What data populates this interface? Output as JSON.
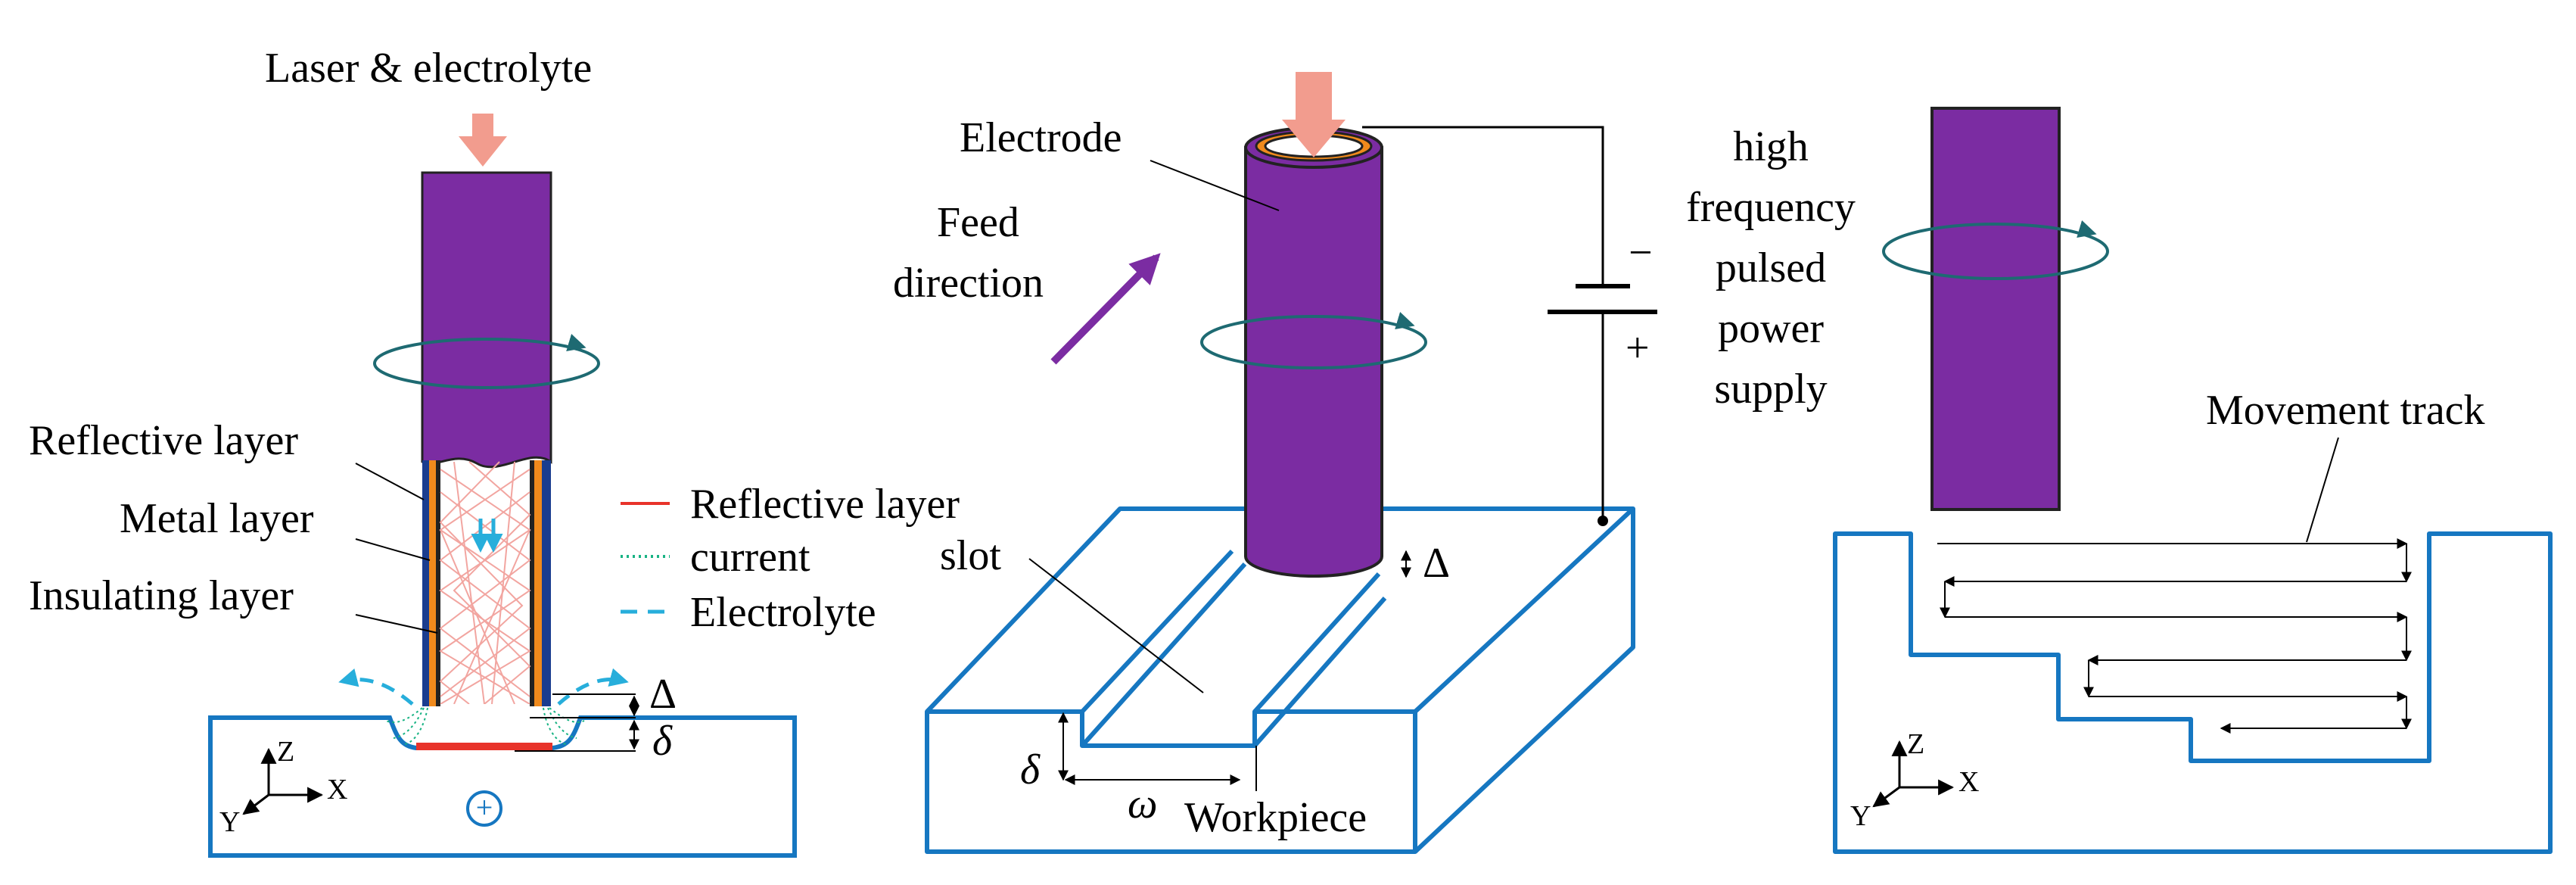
{
  "colors": {
    "electrode": "#7B2CA2",
    "workpiece_outline": "#1677C1",
    "laser_arrow": "#F29C8E",
    "reflective": "#E8332A",
    "current": "#19B384",
    "electrolyte": "#27AEDB",
    "rotation": "#1E6A72"
  },
  "icons": [
    "laser-arrow-icon",
    "rotation-arrow-icon",
    "plus-circle-icon",
    "battery-icon",
    "feed-arrow-icon",
    "axis-icon"
  ],
  "left_panel": {
    "top_label": "Laser & electrolyte",
    "layer_labels": [
      "Reflective layer",
      "Metal layer",
      "Insulating layer"
    ],
    "legend": [
      {
        "style": "solid",
        "label": "Reflective layer"
      },
      {
        "style": "dotted",
        "label": "current"
      },
      {
        "style": "dashed",
        "label": "Electrolyte"
      }
    ],
    "gap_symbols": [
      "Δ",
      "δ"
    ],
    "polarity": "+",
    "axes": {
      "z": "Z",
      "x": "X",
      "y": "Y"
    }
  },
  "middle_panel": {
    "electrode_label": "Electrode",
    "feed_label_lines": [
      "Feed",
      "direction"
    ],
    "power_label_lines": [
      "high",
      "frequency",
      "pulsed",
      "power",
      "supply"
    ],
    "battery_minus": "−",
    "battery_plus": "+",
    "slot_label": "slot",
    "workpiece_label": "Workpiece",
    "gap_symbol": "Δ",
    "depth_symbol": "δ",
    "width_symbol": "ω"
  },
  "right_panel": {
    "track_label": "Movement track",
    "axes": {
      "z": "Z",
      "x": "X",
      "y": "Y"
    }
  }
}
